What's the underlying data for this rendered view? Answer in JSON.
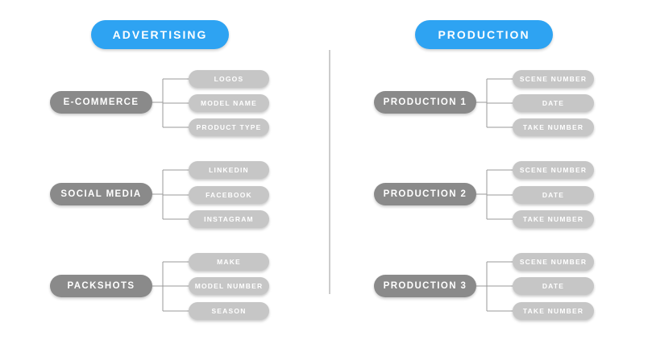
{
  "columns": [
    {
      "header": "ADVERTISING",
      "groups": [
        {
          "label": "E-COMMERCE",
          "items": [
            "LOGOS",
            "MODEL NAME",
            "PRODUCT TYPE"
          ]
        },
        {
          "label": "SOCIAL MEDIA",
          "items": [
            "LINKEDIN",
            "FACEBOOK",
            "INSTAGRAM"
          ]
        },
        {
          "label": "PACKSHOTS",
          "items": [
            "MAKE",
            "MODEL NUMBER",
            "SEASON"
          ]
        }
      ]
    },
    {
      "header": "PRODUCTION",
      "groups": [
        {
          "label": "PRODUCTION 1",
          "items": [
            "SCENE NUMBER",
            "DATE",
            "TAKE NUMBER"
          ]
        },
        {
          "label": "PRODUCTION 2",
          "items": [
            "SCENE NUMBER",
            "DATE",
            "TAKE NUMBER"
          ]
        },
        {
          "label": "PRODUCTION 3",
          "items": [
            "SCENE NUMBER",
            "DATE",
            "TAKE NUMBER"
          ]
        }
      ]
    }
  ],
  "colors": {
    "header": "#2ea3f2",
    "main_node": "#8a8a8a",
    "sub_node": "#c6c6c6",
    "connector": "#9a9a9a"
  }
}
